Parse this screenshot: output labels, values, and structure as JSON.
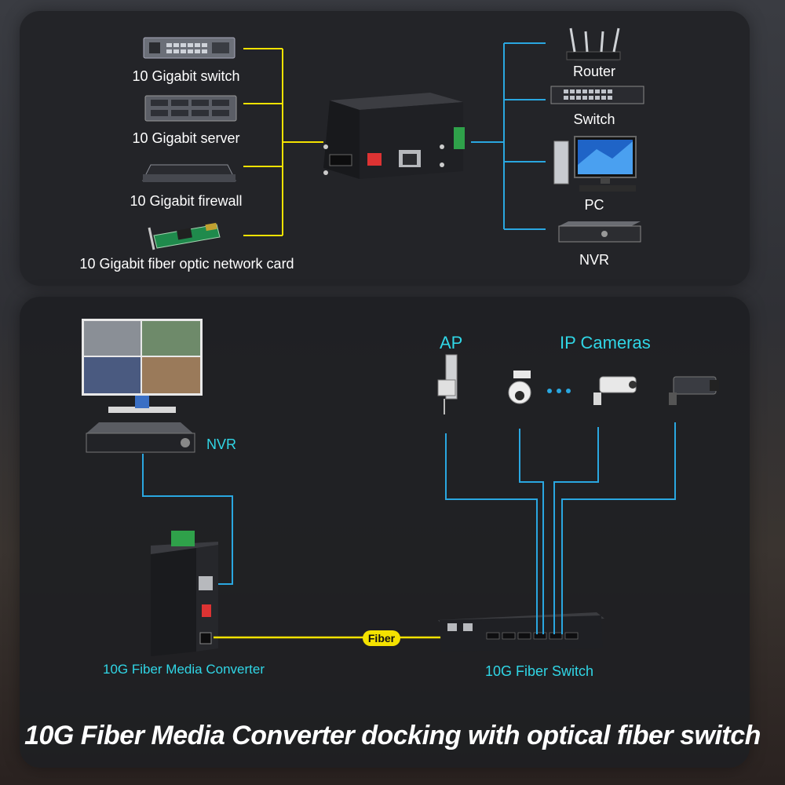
{
  "top": {
    "devices_left": [
      {
        "name": "10 Gigabit switch"
      },
      {
        "name": "10 Gigabit server"
      },
      {
        "name": "10 Gigabit firewall"
      },
      {
        "name": "10 Gigabit fiber optic network card"
      }
    ],
    "devices_right": [
      {
        "name": "Router"
      },
      {
        "name": "Switch"
      },
      {
        "name": "PC"
      },
      {
        "name": "NVR"
      }
    ]
  },
  "bottom": {
    "ap_label": "AP",
    "cameras_label": "IP Cameras",
    "nvr_label": "NVR",
    "converter_label": "10G Fiber Media Converter",
    "switch_label": "10G Fiber Switch",
    "fiber_label": "Fiber"
  },
  "caption": "10G Fiber Media Converter docking with optical fiber switch",
  "colors": {
    "fiber_line": "#f4e200",
    "copper_line": "#2aa7e0",
    "cyan_text": "#30d6e6"
  }
}
